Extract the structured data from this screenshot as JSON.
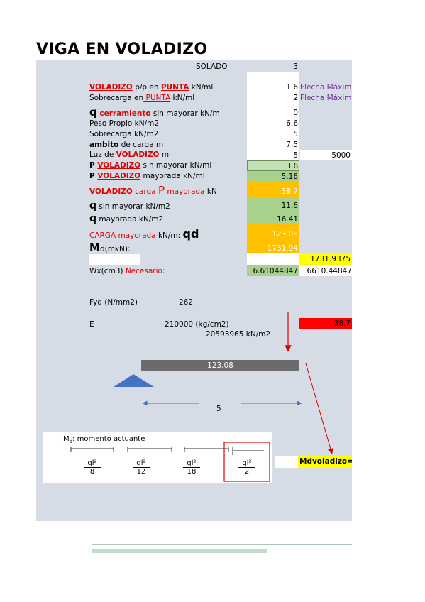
{
  "title": "VIGA EN VOLADIZO",
  "solado": {
    "label": "SOLADO",
    "value": "3"
  },
  "rows": {
    "vol_pp": {
      "pre": "",
      "red": "VOLADIZO",
      "mid": " p/p en ",
      "red2": "PUNTA",
      "post": " kN/ml",
      "value": "1.6",
      "note": "Flecha Máxim"
    },
    "sobrecarga_punta": {
      "pre": "Sobrecarga en",
      "red": " PUNTA",
      "post": " kN/ml",
      "value": "2",
      "note": "Flecha Máxim"
    },
    "q_cerramiento": {
      "big": "q",
      "red": " cerramiento",
      "post": " sin mayorar kN/m",
      "value": "0"
    },
    "peso_propio": {
      "label": "Peso Propio kN/m2",
      "value": "6.6"
    },
    "sobrecarga": {
      "label": "Sobrecarga  kN/m2",
      "value": "5"
    },
    "ambito": {
      "bold": "ambito",
      "post": " de carga m",
      "value": "7.5"
    },
    "luz": {
      "pre": "Luz de ",
      "red": "VOLADIZO",
      "post": " m",
      "value": "5",
      "value2": "5000"
    },
    "p_sin": {
      "bold": "P ",
      "red": "VOLADIZO",
      "post": " sin mayorar kN/ml",
      "value": "3.6"
    },
    "p_may": {
      "bold": "P ",
      "red": "VOLADIZO",
      "post": " mayorada kN/ml",
      "value": "5.16"
    },
    "vol_carga": {
      "red": "VOLADIZO",
      "red_mid": " carga ",
      "big": "P",
      "red2": " mayorada",
      "post": " kN",
      "value": "38.7"
    },
    "q_sin": {
      "bold": "q",
      "post": " sin mayorar kN/m2",
      "value": "11.6"
    },
    "q_may": {
      "bold": "q",
      "post": " mayorada kN/m2",
      "value": "16.41"
    },
    "carga_may": {
      "red": "CARGA mayorada",
      "post": " kN/m: ",
      "big": "qd",
      "value": "123.08"
    },
    "md": {
      "big": "M",
      "post": "d(mkN):",
      "value": "1731.94"
    },
    "md_extra": {
      "value": "1731.9375"
    },
    "wx": {
      "label": "Wx(cm3) ",
      "red": "Necesario:",
      "value": "6.61044847",
      "value2": "6610.44847"
    }
  },
  "fyd": {
    "label": "Fyd (N/mm2)",
    "value": "262"
  },
  "e": {
    "label": "E",
    "value": "210000 (kg/cm2)",
    "value2": "20593965 kN/m2",
    "red_value": "38.7"
  },
  "diagram": {
    "beam_value": "123.08",
    "span_value": "5"
  },
  "moments": {
    "heading": "M",
    "heading_sub": "d",
    "heading_post": ": momento actuante",
    "formulas": [
      {
        "num": "ql²",
        "den": "8"
      },
      {
        "num": "ql²",
        "den": "12"
      },
      {
        "num": "ql²",
        "den": "18"
      },
      {
        "num": "ql²",
        "den": "2"
      }
    ]
  },
  "md_voladizo": "Mdvoladizo="
}
